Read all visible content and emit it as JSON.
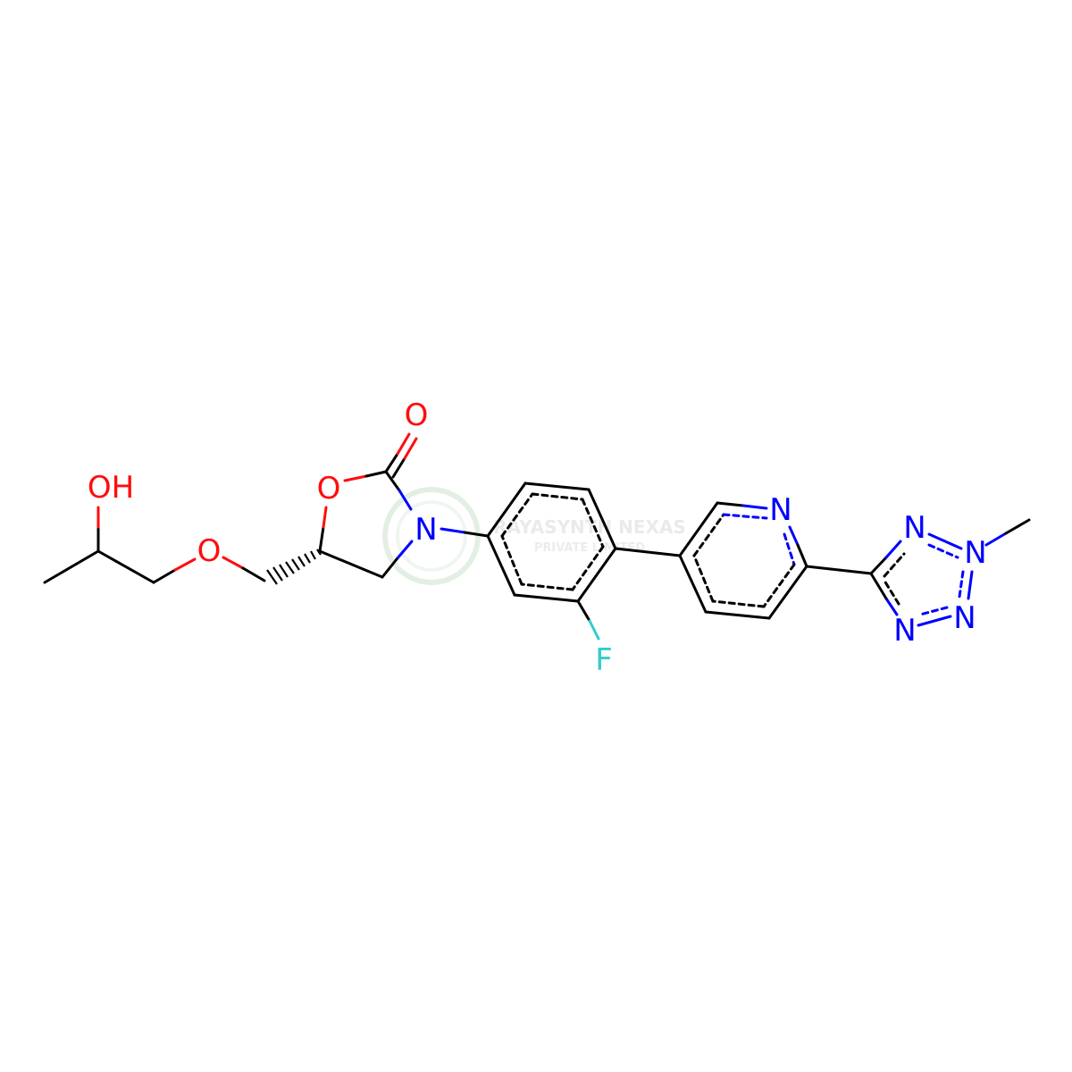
{
  "colors": {
    "carbon_bond": "#000000",
    "oxygen": "#ff0d0d",
    "nitrogen": "#0000ff",
    "fluorine": "#33cccc",
    "watermark": "#d9d9d9",
    "watermark_icon": "#cfe3cf"
  },
  "atoms": {
    "hydroxyl": "OH",
    "ether_oxygen": "O",
    "ring_oxygen": "O",
    "carbonyl_oxygen": "O",
    "oxazolidinone_nitrogen": "N",
    "fluorine": "F",
    "pyridine_nitrogen": "N",
    "tetrazole_n1": "N",
    "tetrazole_n2": "N",
    "tetrazole_n3": "N",
    "tetrazole_n4": "N"
  },
  "watermark": {
    "line1": "RAYASYNTH NEXAS",
    "line2": "PRIVATE LIMITED",
    "icon": "flask-logo-icon"
  }
}
